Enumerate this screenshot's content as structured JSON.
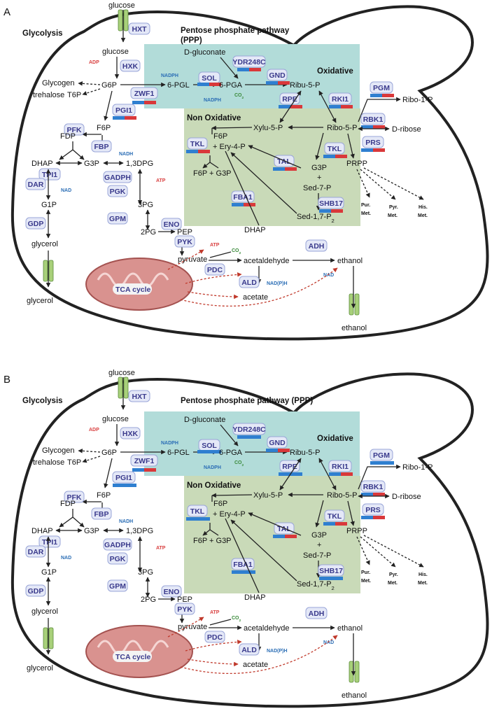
{
  "panels": [
    {
      "letter": "A",
      "compare": {
        "YDR248C": "split",
        "GND": "split",
        "SOL": "split",
        "ZWF1": "split",
        "RPE": "split",
        "RKI1": "split",
        "PGM": "split",
        "RBK1": "split",
        "PRS": "split",
        "TKL": "split",
        "TKL2": "split",
        "TAL": "split",
        "SHB17": "split",
        "FBA1": "split",
        "PGI1": "split"
      }
    },
    {
      "letter": "B",
      "compare": {
        "YDR248C": "blue",
        "GND": "split",
        "SOL": "blue",
        "ZWF1": "split",
        "RPE": "blue",
        "RKI1": "split",
        "PGM": "blue",
        "RBK1": "split",
        "PRS": "split",
        "TKL": "blue",
        "TKL2": "split",
        "TAL": "split",
        "SHB17": "blue",
        "FBA1": "blue",
        "PGI1": "blue"
      }
    }
  ],
  "titles": {
    "glycolysis": "Glycolysis",
    "ppp_a_line1": "Pentose phosphate pathway",
    "ppp_a_line2": "(PPP)",
    "ppp_b": "Pentose phosphate pathway (PPP)",
    "oxidative": "Oxidative",
    "non_oxidative": "Non Oxidative"
  },
  "metabolites": {
    "glucose_out": "glucose",
    "glucose": "glucose",
    "g6p": "G6P",
    "glycogen": "Glycogen",
    "trehalose": "trehalose",
    "t6p": "T6P",
    "f6p": "F6P",
    "fdp": "FDP",
    "dhap": "DHAP",
    "g3p": "G3P",
    "bpg": "1,3DPG",
    "pg3": "3PG",
    "pg2": "2PG",
    "pep": "PEP",
    "pyruvate": "pyruvate",
    "acetaldehyde": "acetaldehyde",
    "ethanol": "ethanol",
    "ethanol_out": "ethanol",
    "acetate": "acetate",
    "g1p": "G1P",
    "glycerol": "glycerol",
    "glycerol_out": "glycerol",
    "pgl": "6-PGL",
    "pga": "6-PGA",
    "dgluconate": "D-gluconate",
    "ribu5p": "Ribu-5-P",
    "ribo5p": "Ribo-5-P",
    "ribo1p": "Ribo-1-P",
    "dribose": "D-ribose",
    "prpp": "PRPP",
    "xylu5p": "Xylu-5-P",
    "f6p_ppp": "F6P",
    "ery4p": "+ Ery-4-P",
    "f6p_g3p": "F6P + G3P",
    "g3p_ppp": "G3P",
    "plus": "+",
    "sed7p": "Sed-7-P",
    "sed17p": "Sed-1,7-P",
    "sed17p_sub": "2",
    "dhap_ppp": "DHAP",
    "tca": "TCA cycle",
    "pur": "Pur.",
    "pyr": "Pyr.",
    "his": "His.",
    "met": "Met."
  },
  "cofactors": {
    "adp": "ADP",
    "nadph": "NADPH",
    "co2": "CO",
    "co2_sub": "2",
    "nadh": "NADH",
    "atp": "ATP",
    "nad": "NAD",
    "nadph_ald": "NAD(P)H"
  },
  "enzymes": {
    "HXT": "HXT",
    "HXK": "HXK",
    "ZWF1": "ZWF1",
    "SOL": "SOL",
    "YDR248C": "YDR248C",
    "GND": "GND",
    "RPE": "RPE",
    "RKI1": "RKI1",
    "PGM": "PGM",
    "RBK1": "RBK1",
    "PRS": "PRS",
    "PGI1": "PGI1",
    "PFK": "PFK",
    "FBP": "FBP",
    "TPI1": "TPI1",
    "GADPH": "GADPH",
    "DAR": "DAR",
    "GDP": "GDP",
    "PGK": "PGK",
    "GPM": "GPM",
    "ENO": "ENO",
    "PYK": "PYK",
    "PDC": "PDC",
    "ALD": "ALD",
    "ADH": "ADH",
    "TKL": "TKL",
    "TKL2": "TKL",
    "TAL": "TAL",
    "FBA1": "FBA1",
    "SHB17": "SHB17"
  },
  "colors": {
    "blue": "#2f7fd0",
    "red": "#d9383a",
    "oxidative_bg": "#b2dcd9",
    "nonoxidative_bg": "#c9dab8",
    "enzyme_fill": "#e4e8f7",
    "enzyme_stroke": "#9aa6d8",
    "membrane_green": "#a8d07a",
    "mito_fill": "#d9928f",
    "dotted_red": "#c0392b",
    "cof_red": "#d94040",
    "cof_blue": "#2a6db5",
    "cof_green": "#3a8a3a"
  }
}
